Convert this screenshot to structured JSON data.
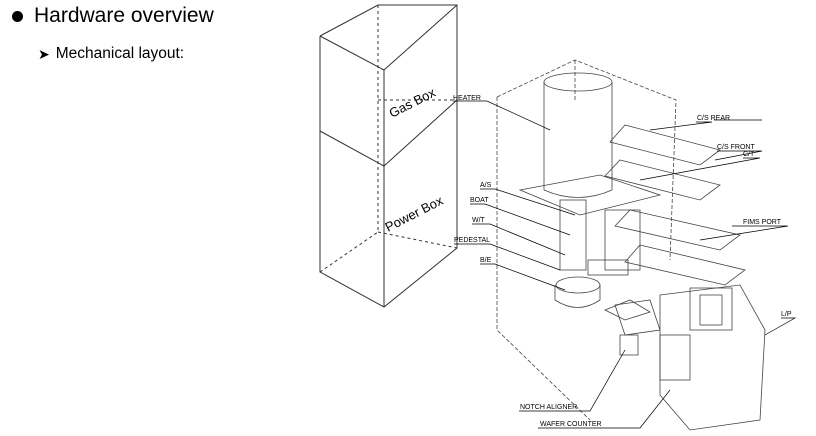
{
  "header": {
    "title": "Hardware overview",
    "subtitle": "Mechanical layout:"
  },
  "cabinet": {
    "gas_box": "Gas Box",
    "power_box": "Power Box"
  },
  "callouts": {
    "heater": "HEATER",
    "cs_rear": "C/S REAR",
    "cs_front": "C/S FRONT",
    "ct": "C/T",
    "as": "A/S",
    "boat": "BOAT",
    "wt": "W/T",
    "pedestal": "PEDESTAL",
    "be": "B/E",
    "fims_port": "FIMS PORT",
    "lp": "L/P",
    "notch_aligner": "NOTCH ALIGNER",
    "wafer_counter": "WAFER COUNTER"
  }
}
